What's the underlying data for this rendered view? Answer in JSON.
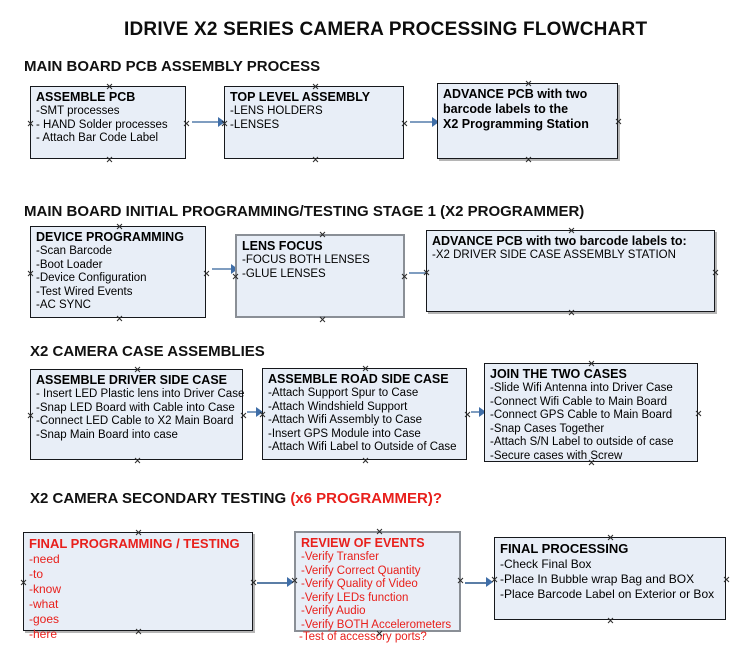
{
  "title": "IDRIVE X2  SERIES CAMERA PROCESSING FLOWCHART",
  "colors": {
    "box_fill": "#e8eef7",
    "box_border": "#16181c",
    "connector": "#7f9dc0",
    "red_text": "#e8201c",
    "page_background": "#ffffff"
  },
  "sections": [
    {
      "heading": "MAIN BOARD PCB ASSEMBLY PROCESS",
      "heading_red": "",
      "nodes": [
        {
          "header": "ASSEMBLE PCB",
          "items": [
            "-SMT processes",
            "- HAND Solder processes",
            "- Attach Bar Code Label"
          ]
        },
        {
          "header": "TOP LEVEL ASSEMBLY",
          "items": [
            "-LENS HOLDERS",
            "-LENSES"
          ]
        },
        {
          "header": "ADVANCE PCB with two",
          "items": [
            "barcode labels to the",
            " X2 Programming Station"
          ]
        }
      ]
    },
    {
      "heading": "MAIN BOARD INITIAL PROGRAMMING/TESTING STAGE 1 (X2 PROGRAMMER)",
      "heading_red": "",
      "nodes": [
        {
          "header": "DEVICE PROGRAMMING",
          "items": [
            "-Scan Barcode",
            "-Boot Loader",
            "-Device Configuration",
            "-Test Wired Events",
            "-AC SYNC"
          ]
        },
        {
          "header": "LENS FOCUS",
          "items": [
            "-FOCUS BOTH LENSES",
            "-GLUE LENSES"
          ]
        },
        {
          "header": "ADVANCE PCB with two barcode labels to:",
          "items": [
            "-X2 DRIVER  SIDE  CASE  ASSEMBLY STATION"
          ]
        }
      ]
    },
    {
      "heading": "X2 CAMERA CASE ASSEMBLIES",
      "heading_red": "",
      "nodes": [
        {
          "header": "ASSEMBLE DRIVER SIDE CASE",
          "items": [
            "- Insert LED Plastic lens into Driver Case",
            "-Snap LED Board with Cable into Case",
            "-Connect LED Cable to X2 Main Board",
            "-Snap Main Board into case"
          ]
        },
        {
          "header": "ASSEMBLE ROAD SIDE CASE",
          "items": [
            "-Attach Support Spur to Case",
            "-Attach Windshield Support",
            "-Attach Wifi Assembly to Case",
            "-Insert GPS Module into Case",
            "-Attach Wifi Label to Outside of Case"
          ]
        },
        {
          "header": "JOIN THE TWO CASES",
          "items": [
            "-Slide Wifi Antenna into Driver Case",
            "-Connect Wifi Cable to Main Board",
            "-Connect GPS Cable to Main Board",
            "-Snap Cases Together",
            "-Attach S/N Label to outside of case",
            "-Secure cases with Screw"
          ]
        }
      ]
    },
    {
      "heading": "X2 CAMERA SECONDARY TESTING ",
      "heading_red": "(x6 PROGRAMMER)?",
      "nodes": [
        {
          "header": "FINAL PROGRAMMING / TESTING",
          "items": [
            "-need",
            "-to",
            "-know",
            "-what",
            "-goes",
            "-here"
          ]
        },
        {
          "header": "REVIEW OF EVENTS",
          "items": [
            "-Verify Transfer",
            "-Verify Correct Quantity",
            "-Verify Quality of Video",
            "-Verify LEDs function",
            "-Verify Audio",
            "-Verify BOTH Accelerometers"
          ],
          "overflow_item": "-Test of accessory ports?"
        },
        {
          "header": "FINAL PROCESSING",
          "items": [
            " -Check Final Box",
            "-Place In Bubble wrap Bag and BOX",
            "-Place Barcode Label on Exterior or Box"
          ]
        }
      ]
    }
  ]
}
